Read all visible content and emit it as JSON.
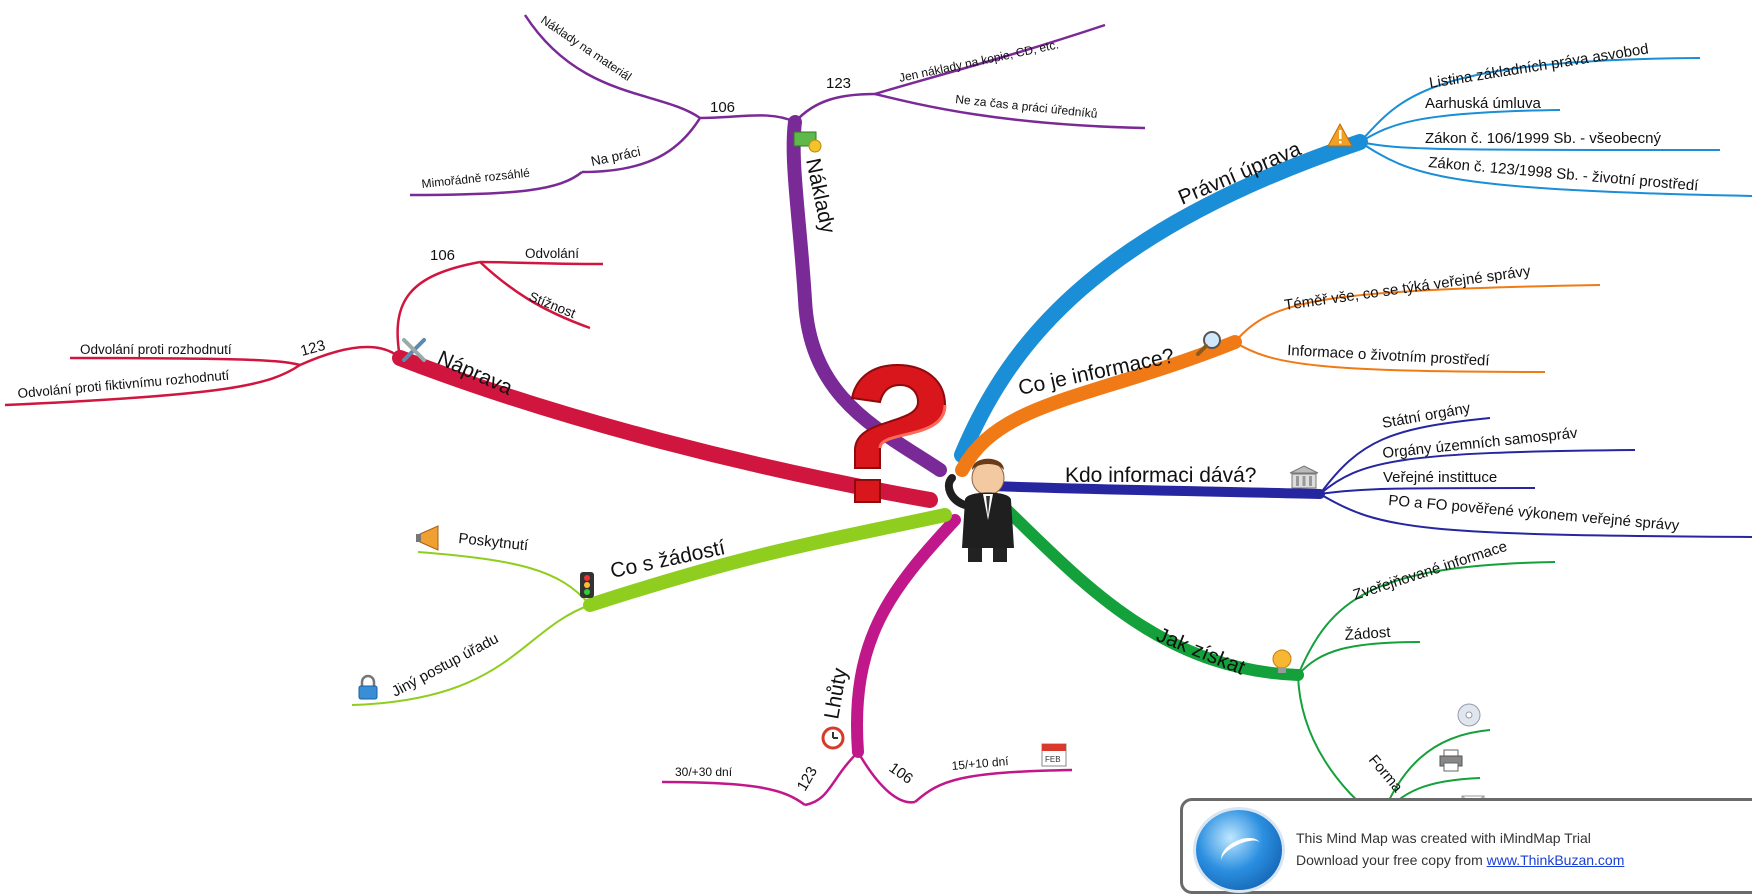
{
  "branches": {
    "pravni": {
      "label": "Právní úprava",
      "color": "#1a8ed6",
      "leaves": [
        "Listina základních práva asvobod",
        "Aarhuská úmluva",
        "Zákon č. 106/1999 Sb. - všeobecný",
        "Zákon č. 123/1998 Sb. - životní prostředí"
      ]
    },
    "informace": {
      "label": "Co je informace?",
      "color": "#f07a16",
      "leaves": [
        "Téměř vše, co se týká veřejné správy",
        "Informace o životním prostředí"
      ]
    },
    "kdo": {
      "label": "Kdo informaci dává?",
      "color": "#2626a0",
      "leaves": [
        "Státní orgány",
        "Orgány územních samospráv",
        "Veřejné instittuce",
        "PO a FO pověřené výkonem veřejné správy"
      ]
    },
    "jak": {
      "label": "Jak získat",
      "color": "#14a03a",
      "leaves": [
        "Zveřejňované informace",
        "Žádost"
      ],
      "forma": "Forma"
    },
    "lhuty": {
      "label": "Lhůty",
      "color": "#c0188a",
      "n123": "123",
      "n123_leaf": "30/+30 dní",
      "n106": "106",
      "n106_leaf": "15/+10 dní",
      "calendar": "FEB"
    },
    "zadost": {
      "label": "Co s žádostí",
      "color": "#8fce1e",
      "leaves": [
        "Poskytnutí",
        "Jiný postup úřadu"
      ]
    },
    "naprava": {
      "label": "Náprava",
      "color": "#d0163f",
      "n106": "106",
      "n106_leaves": [
        "Odvolání",
        "Stížnost"
      ],
      "n123": "123",
      "n123_leaves": [
        "Odvolání proti rozhodnutí",
        "Odvolání proti fiktivnímu rozhodnutí"
      ]
    },
    "naklady": {
      "label": "Náklady",
      "color": "#7a2a96",
      "n106": "106",
      "n106_leaves": [
        "Náklady na materiál",
        "Na práci"
      ],
      "n106_sub": "Mimořádně rozsáhlé",
      "n123": "123",
      "n123_leaves": [
        "Jen náklady na kopie, CD, etc.",
        "Ne za čas a práci úředníků"
      ]
    }
  },
  "icons": [
    "warning-icon",
    "magnifier-icon",
    "building-icon",
    "lightbulb-icon",
    "alarm-clock-icon",
    "calendar-icon",
    "traffic-light-icon",
    "megaphone-icon",
    "padlock-icon",
    "tools-icon",
    "money-icon",
    "cd-icon",
    "printer-icon",
    "envelope-icon"
  ],
  "trial": {
    "line1": "This Mind Map was created with iMindMap Trial",
    "line2": "Download your free copy from ",
    "link": "www.ThinkBuzan.com"
  }
}
